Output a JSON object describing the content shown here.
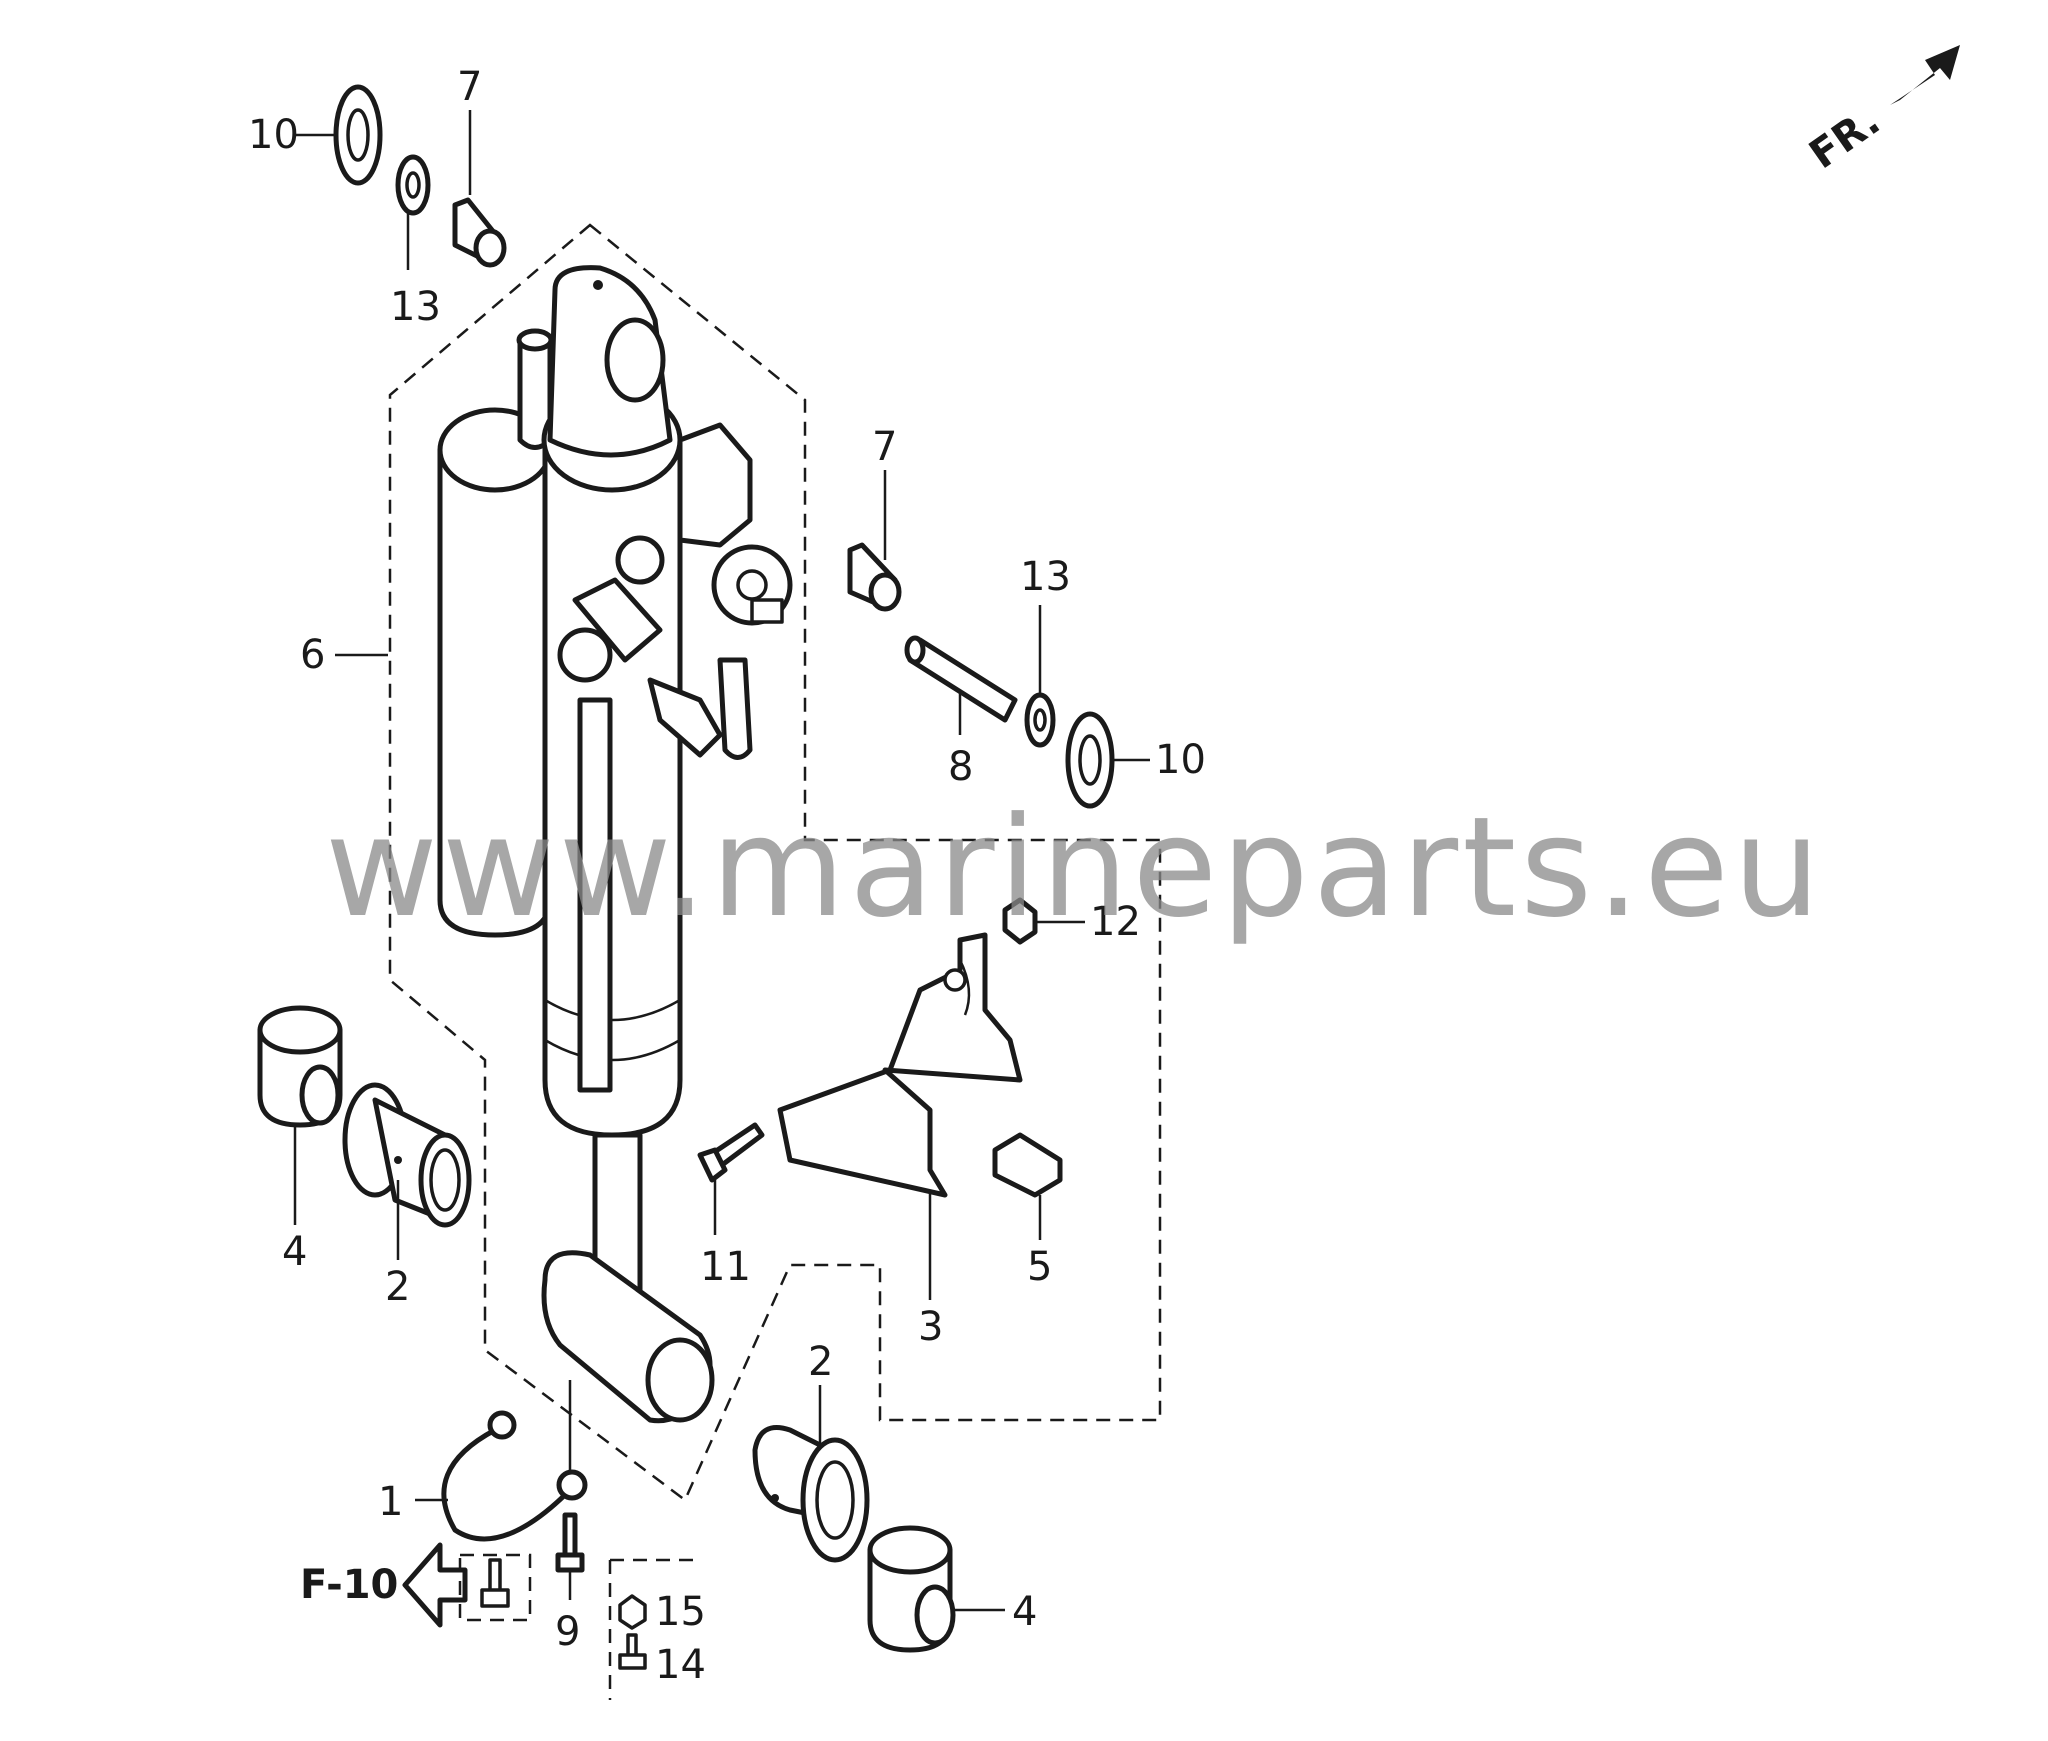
{
  "watermark": "www.marineparts.eu",
  "direction_label": "FR.",
  "reference_label": "F-10",
  "callouts": {
    "c1": "1",
    "c2a": "2",
    "c2b": "2",
    "c3": "3",
    "c4a": "4",
    "c4b": "4",
    "c5": "5",
    "c6": "6",
    "c7a": "7",
    "c7b": "7",
    "c8": "8",
    "c9": "9",
    "c10a": "10",
    "c10b": "10",
    "c11": "11",
    "c12": "12",
    "c13a": "13",
    "c13b": "13",
    "c14": "14",
    "c15": "15"
  },
  "colors": {
    "ink": "#1a1a1a",
    "watermark": "#8a8a8a",
    "background": "#ffffff"
  }
}
